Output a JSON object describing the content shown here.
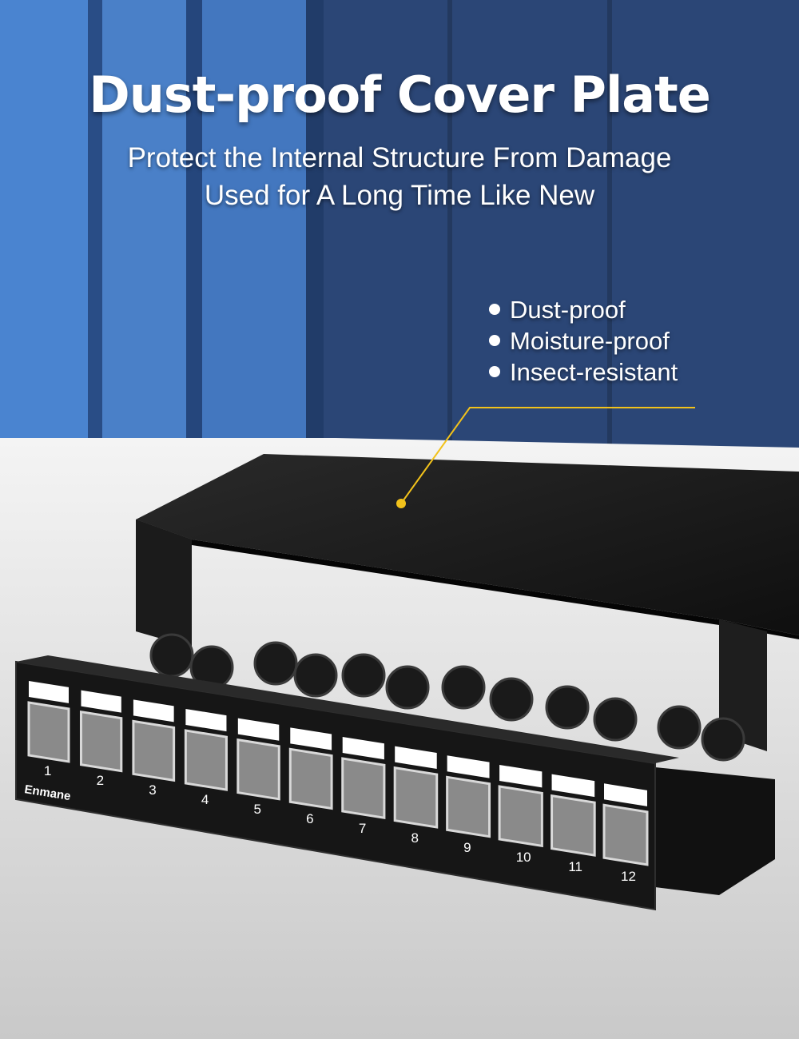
{
  "headline": "Dust-proof Cover Plate",
  "subheadline": [
    "Protect the Internal Structure From Damage",
    "Used for A Long Time Like New"
  ],
  "features": [
    "Dust-proof",
    "Moisture-proof",
    "Insect-resistant"
  ],
  "brand": "Enmane",
  "port_numbers": [
    "1",
    "2",
    "3",
    "4",
    "5",
    "6",
    "7",
    "8",
    "9",
    "10",
    "11",
    "12"
  ],
  "colors": {
    "wall_blue": "#2e4a7a",
    "panel_black": "#151515",
    "callout": "#f2c21b",
    "floor": "#d9d9d9"
  }
}
